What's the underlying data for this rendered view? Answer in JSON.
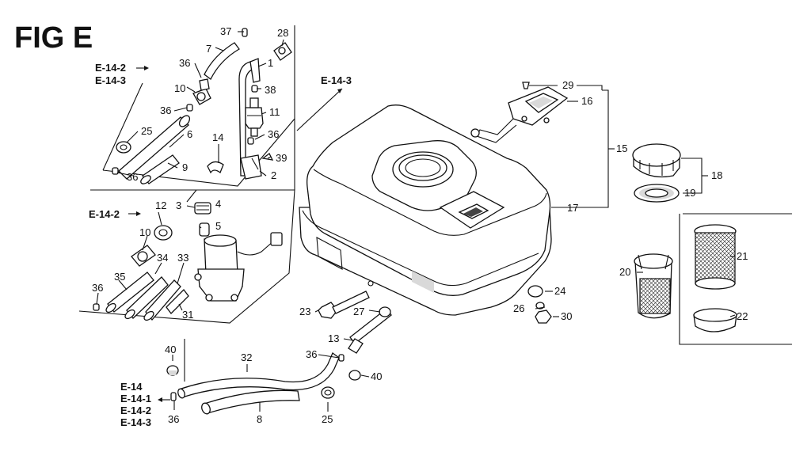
{
  "figure_title": "FIG E",
  "references": {
    "top_left": [
      "E-14-2",
      "E-14-3"
    ],
    "top_center": "E-14-3",
    "mid_left": "E-14-2",
    "bottom_left": [
      "E-14",
      "E-14-1",
      "E-14-2",
      "E-14-3"
    ]
  },
  "callouts": {
    "c1": "1",
    "c2": "2",
    "c3": "3",
    "c4": "4",
    "c5": "5",
    "c6": "6",
    "c7": "7",
    "c8": "8",
    "c9": "9",
    "c10a": "10",
    "c10b": "10",
    "c11": "11",
    "c12": "12",
    "c13": "13",
    "c14": "14",
    "c15": "15",
    "c16": "16",
    "c17": "17",
    "c18": "18",
    "c19": "19",
    "c20": "20",
    "c21": "21",
    "c22": "22",
    "c23": "23",
    "c24": "24",
    "c25a": "25",
    "c25b": "25",
    "c26": "26",
    "c27": "27",
    "c28": "28",
    "c29": "29",
    "c30": "30",
    "c31": "31",
    "c32": "32",
    "c33": "33",
    "c34": "34",
    "c35": "35",
    "c36a": "36",
    "c36b": "36",
    "c36c": "36",
    "c36d": "36",
    "c36e": "36",
    "c36f": "36",
    "c36g": "36",
    "c37": "37",
    "c38": "38",
    "c39": "39",
    "c40a": "40",
    "c40b": "40"
  }
}
